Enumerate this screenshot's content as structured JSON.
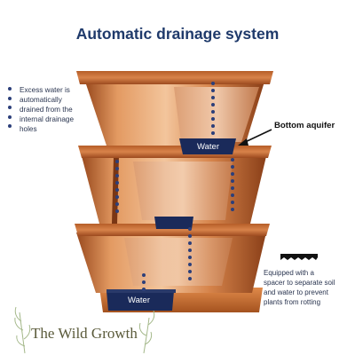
{
  "title": "Automatic drainage system",
  "left_note": {
    "lines": [
      "Excess water is",
      "automatically",
      "drained from the",
      "internal drainage",
      "holes"
    ]
  },
  "callout": {
    "label": "Bottom aquifer"
  },
  "water_labels": {
    "top": "Water",
    "bottom": "Water"
  },
  "spacer_note": {
    "lines": [
      "Equipped with a",
      "spacer to separate soil",
      "and water to prevent",
      "plants from rotting"
    ]
  },
  "brand": {
    "name": "The Wild Growth"
  },
  "colors": {
    "title": "#1f3a6b",
    "copper_light": "#e8a070",
    "copper_mid": "#c8733f",
    "copper_dark": "#8a4420",
    "water": "#1a2a5a",
    "drain_dots": "#2c3f7a"
  },
  "icons": [
    "spacer-icon",
    "arrow-icon",
    "leaf-icon"
  ]
}
